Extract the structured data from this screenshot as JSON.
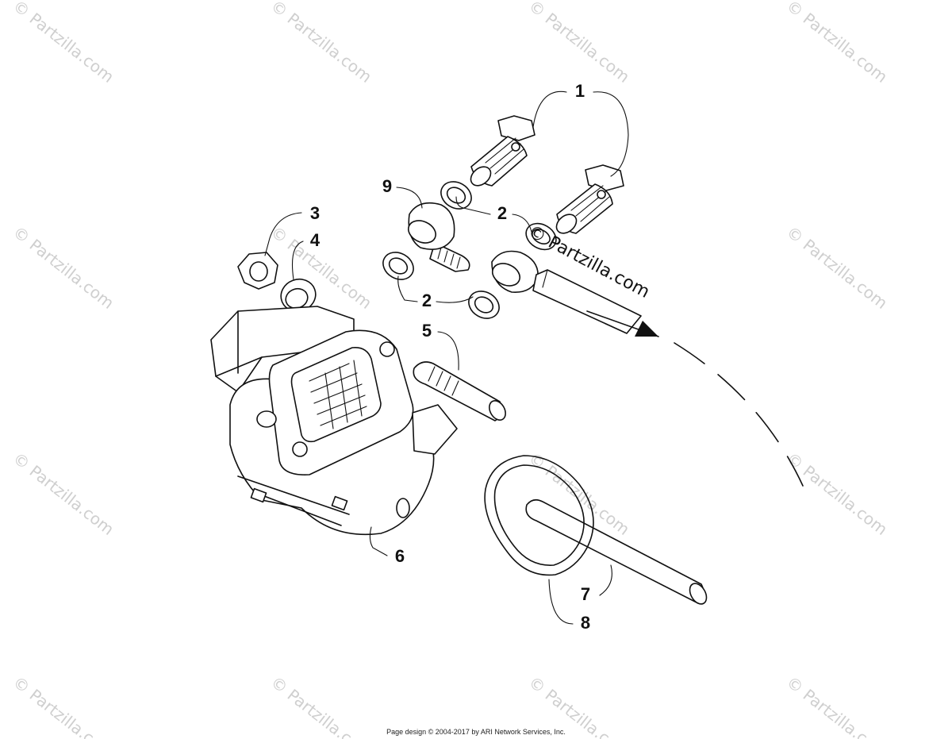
{
  "callouts": [
    {
      "id": "1",
      "label": "1"
    },
    {
      "id": "2a",
      "label": "2"
    },
    {
      "id": "2b",
      "label": "2"
    },
    {
      "id": "3",
      "label": "3"
    },
    {
      "id": "4",
      "label": "4"
    },
    {
      "id": "5",
      "label": "5"
    },
    {
      "id": "6",
      "label": "6"
    },
    {
      "id": "7",
      "label": "7"
    },
    {
      "id": "8",
      "label": "8"
    },
    {
      "id": "9",
      "label": "9"
    }
  ],
  "watermark": {
    "text": "© Partzilla.com"
  },
  "footer": {
    "text": "Page design © 2004-2017 by ARI Network Services, Inc."
  }
}
